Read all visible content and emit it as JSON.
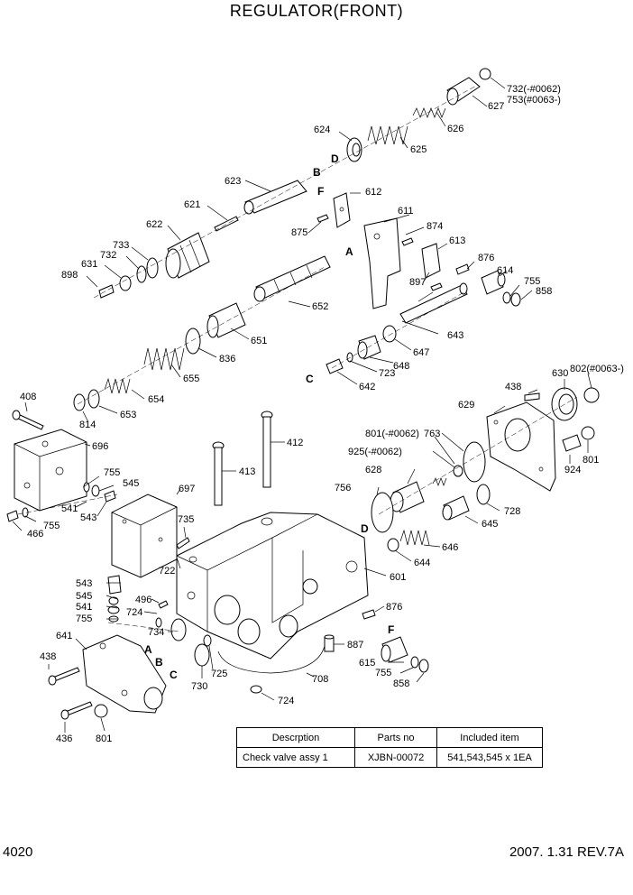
{
  "title": "REGULATOR(FRONT)",
  "page_number": "4020",
  "revision": "2007. 1.31  REV.7A",
  "table": {
    "headers": [
      "Descrption",
      "Parts no",
      "Included item"
    ],
    "rows": [
      [
        "Check valve assy 1",
        "XJBN-00072",
        "541,543,545 x 1EA"
      ]
    ]
  },
  "letters": [
    "A",
    "B",
    "C",
    "D",
    "F"
  ],
  "part_labels": [
    "732(-#0062)",
    "753(#0063-)",
    "627",
    "626",
    "625",
    "624",
    "623",
    "612",
    "611",
    "874",
    "613",
    "876",
    "614",
    "755",
    "858",
    "621",
    "622",
    "733",
    "732",
    "631",
    "898",
    "875",
    "897",
    "652",
    "651",
    "836",
    "655",
    "654",
    "653",
    "814",
    "643",
    "647",
    "648",
    "723",
    "642",
    "408",
    "696",
    "755",
    "545",
    "541",
    "543",
    "755",
    "466",
    "697",
    "735",
    "722",
    "413",
    "412",
    "438",
    "630",
    "802(#0063-)",
    "629",
    "801(-#0062)",
    "763",
    "925(-#0062)",
    "628",
    "756",
    "924",
    "801",
    "728",
    "645",
    "646",
    "644",
    "601",
    "543",
    "545",
    "541",
    "755",
    "496",
    "724",
    "734",
    "641",
    "438",
    "436",
    "801",
    "725",
    "730",
    "887",
    "708",
    "724",
    "876",
    "615",
    "755",
    "858"
  ]
}
